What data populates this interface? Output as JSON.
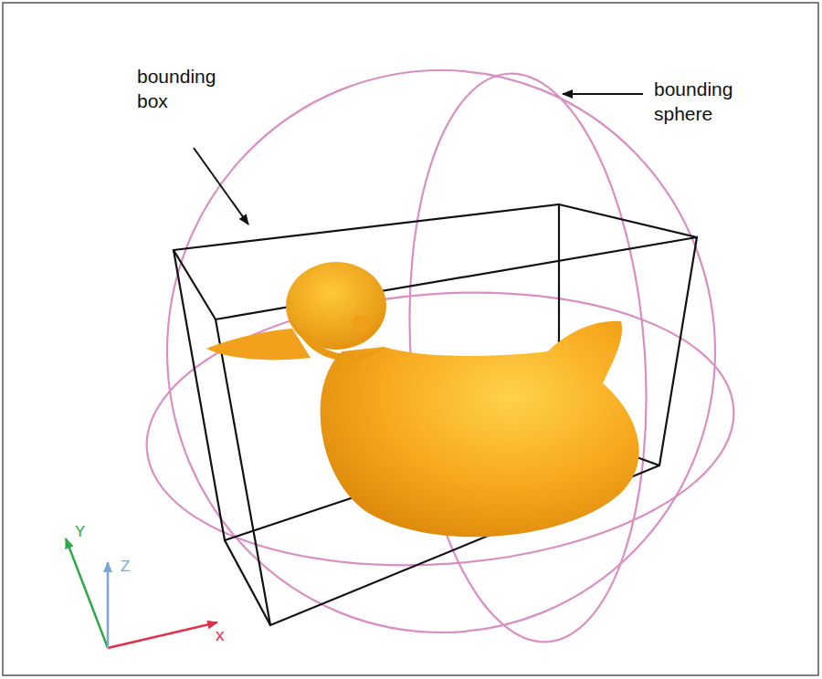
{
  "diagram": {
    "labels": [
      "bounding box",
      "bounding sphere",
      "Y",
      "Z",
      "x"
    ]
  }
}
